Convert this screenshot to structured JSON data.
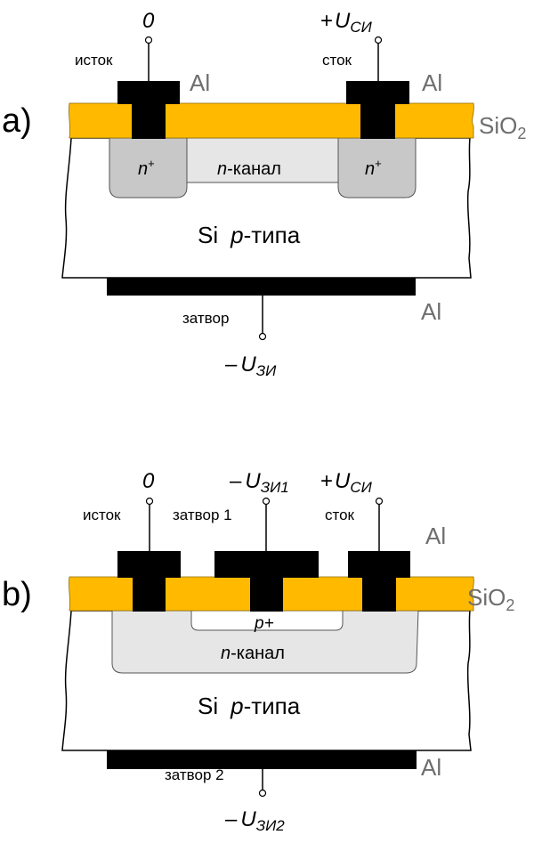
{
  "colors": {
    "oxide": "#FFBA00",
    "metal": "#000000",
    "n_plus": "#C8C8C8",
    "channel": "#E6E6E6",
    "substrate": "#FFFFFF",
    "material_label": "#6E6E6E"
  },
  "diagram_a": {
    "panel_label": "a)",
    "source": {
      "label": "исток",
      "potential": "0"
    },
    "drain": {
      "label": "сток",
      "potential_sign": "+",
      "potential_symbol": "U",
      "potential_sub": "СИ"
    },
    "gate": {
      "label": "затвор",
      "potential_sign": "–",
      "potential_symbol": "U",
      "potential_sub": "ЗИ"
    },
    "materials": {
      "metal_top_left": "Al",
      "metal_top_right": "Al",
      "oxide": "SiO",
      "oxide_sub": "2",
      "metal_bottom": "Al"
    },
    "regions": {
      "n_plus_left_base": "n",
      "n_plus_left_sup": "+",
      "n_plus_right_base": "n",
      "n_plus_right_sup": "+",
      "channel_prefix": "n",
      "channel_suffix": "-канал",
      "substrate_main": "Si",
      "substrate_type_prefix": "p",
      "substrate_type_suffix": "-типа"
    }
  },
  "diagram_b": {
    "panel_label": "b)",
    "source": {
      "label": "исток",
      "potential": "0"
    },
    "gate1": {
      "label": "затвор 1",
      "potential_sign": "–",
      "potential_symbol": "U",
      "potential_sub": "ЗИ1"
    },
    "drain": {
      "label": "сток",
      "potential_sign": "+",
      "potential_symbol": "U",
      "potential_sub": "СИ"
    },
    "gate2": {
      "label": "затвор 2",
      "potential_sign": "–",
      "potential_symbol": "U",
      "potential_sub": "ЗИ2"
    },
    "materials": {
      "metal_top": "Al",
      "oxide": "SiO",
      "oxide_sub": "2",
      "metal_bottom": "Al"
    },
    "regions": {
      "p_plus": "p+",
      "channel_prefix": "n",
      "channel_suffix": "-канал",
      "substrate_main": "Si",
      "substrate_type_prefix": "p",
      "substrate_type_suffix": "-типа"
    }
  }
}
